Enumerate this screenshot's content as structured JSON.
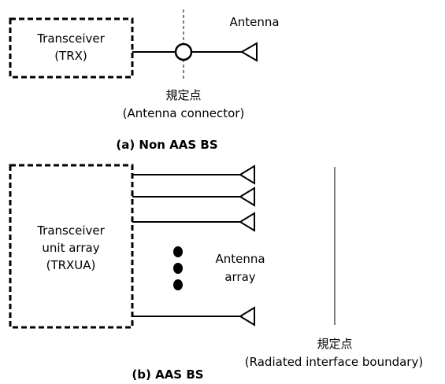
{
  "non_aas": {
    "trx_box": {
      "line1": "Transceiver",
      "line2": "(TRX)"
    },
    "antenna_label": "Antenna",
    "reference_point": {
      "line1": "規定点",
      "line2": "(Antenna  connector)"
    },
    "caption": "(a) Non AAS BS"
  },
  "aas": {
    "trxua_box": {
      "line1": "Transceiver",
      "line2": "unit array",
      "line3": "(TRXUA)"
    },
    "antenna_array_label": {
      "line1": "Antenna",
      "line2": "array"
    },
    "reference_point": {
      "line1": "規定点",
      "line2": "(Radiated interface boundary)"
    },
    "caption": "(b) AAS BS"
  }
}
